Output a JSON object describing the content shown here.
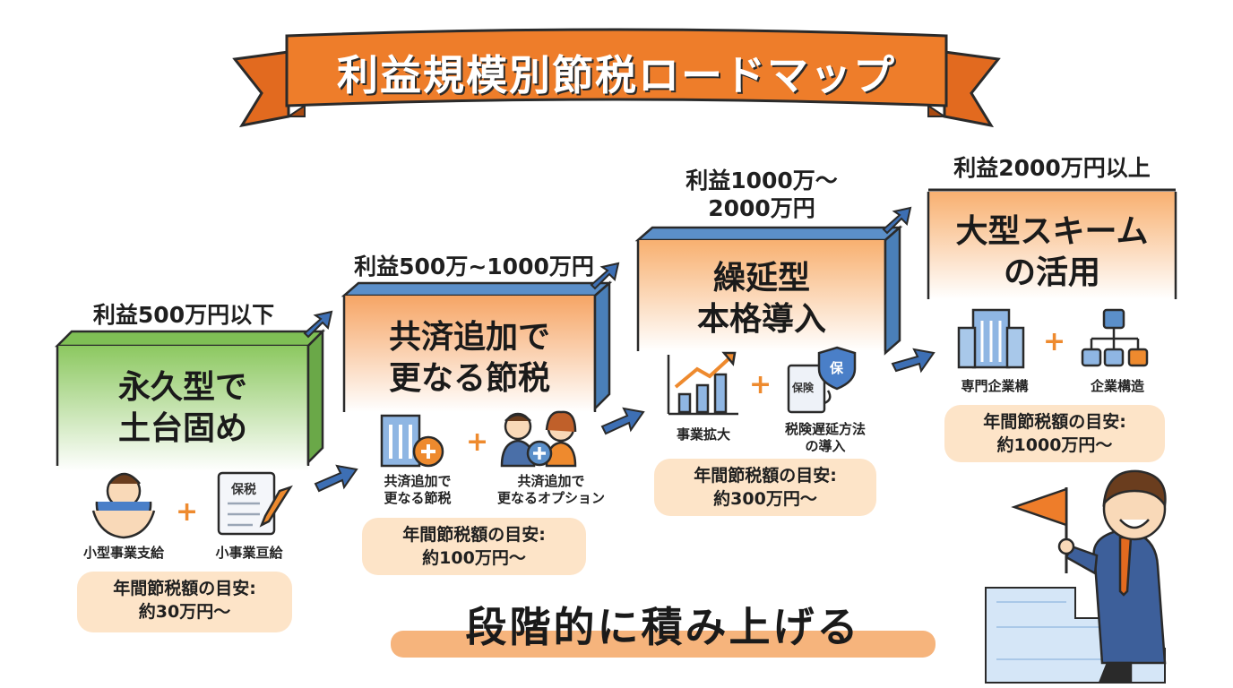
{
  "banner": {
    "title": "利益規模別節税ロードマップ",
    "color": "#ee7d2a"
  },
  "stages": [
    {
      "range": "利益500万円以下",
      "title_line1": "永久型で",
      "title_line2": "土台固め",
      "item1": "小型事業支給",
      "item2": "小事業亘給",
      "item2_stamp": "保税",
      "estimate_line1": "年間節税額の目安:",
      "estimate_line2": "約30万円〜",
      "color": "#8cc860"
    },
    {
      "range": "利益500万~1000万円",
      "title_line1": "共済追加で",
      "title_line2": "更なる節税",
      "item1_line1": "共済追加で",
      "item1_line2": "更なる節税",
      "item2_line1": "共済追加で",
      "item2_line2": "更なるオプション",
      "estimate_line1": "年間節税額の目安:",
      "estimate_line2": "約100万円〜",
      "color": "#f6a565"
    },
    {
      "range_line1": "利益1000万〜",
      "range_line2": "2000万円",
      "title_line1": "繰延型",
      "title_line2": "本格導入",
      "item1": "事業拡大",
      "item2_line1": "税険遅延方法",
      "item2_line2": "の導入",
      "item2_stamp": "保険",
      "item2_shield": "保",
      "estimate_line1": "年間節税額の目安:",
      "estimate_line2": "約300万円〜",
      "color": "#f6a565"
    },
    {
      "range": "利益2000万円以上",
      "title_line1": "大型スキーム",
      "title_line2": "の活用",
      "item1": "専門企業構",
      "item2": "企業構造",
      "estimate_line1": "年間節税額の目安:",
      "estimate_line2": "約1000万円〜",
      "color": "#f6a565"
    }
  ],
  "plus_sign": "+",
  "slogan": "段階的に積み上げる",
  "colors": {
    "step_top": "#5b8fc9",
    "arrow": "#3d6fb4",
    "estimate_bg": "#fde4c8",
    "accent": "#ee8a2e"
  }
}
